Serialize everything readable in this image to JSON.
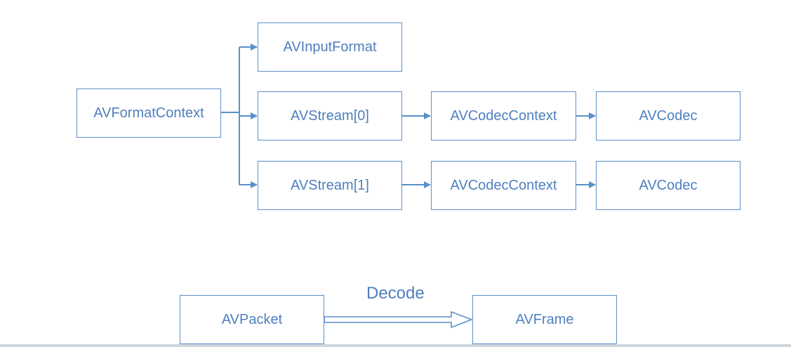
{
  "diagram": {
    "nodes": {
      "av_format_context": "AVFormatContext",
      "av_input_format": "AVInputFormat",
      "av_stream_0": "AVStream[0]",
      "av_codec_context_0": "AVCodecContext",
      "av_codec_0": "AVCodec",
      "av_stream_1": "AVStream[1]",
      "av_codec_context_1": "AVCodecContext",
      "av_codec_1": "AVCodec",
      "av_packet": "AVPacket",
      "av_frame": "AVFrame"
    },
    "edge_labels": {
      "decode": "Decode"
    },
    "colors": {
      "stroke": "#5b8fc9",
      "text": "#4f7fbf"
    }
  }
}
